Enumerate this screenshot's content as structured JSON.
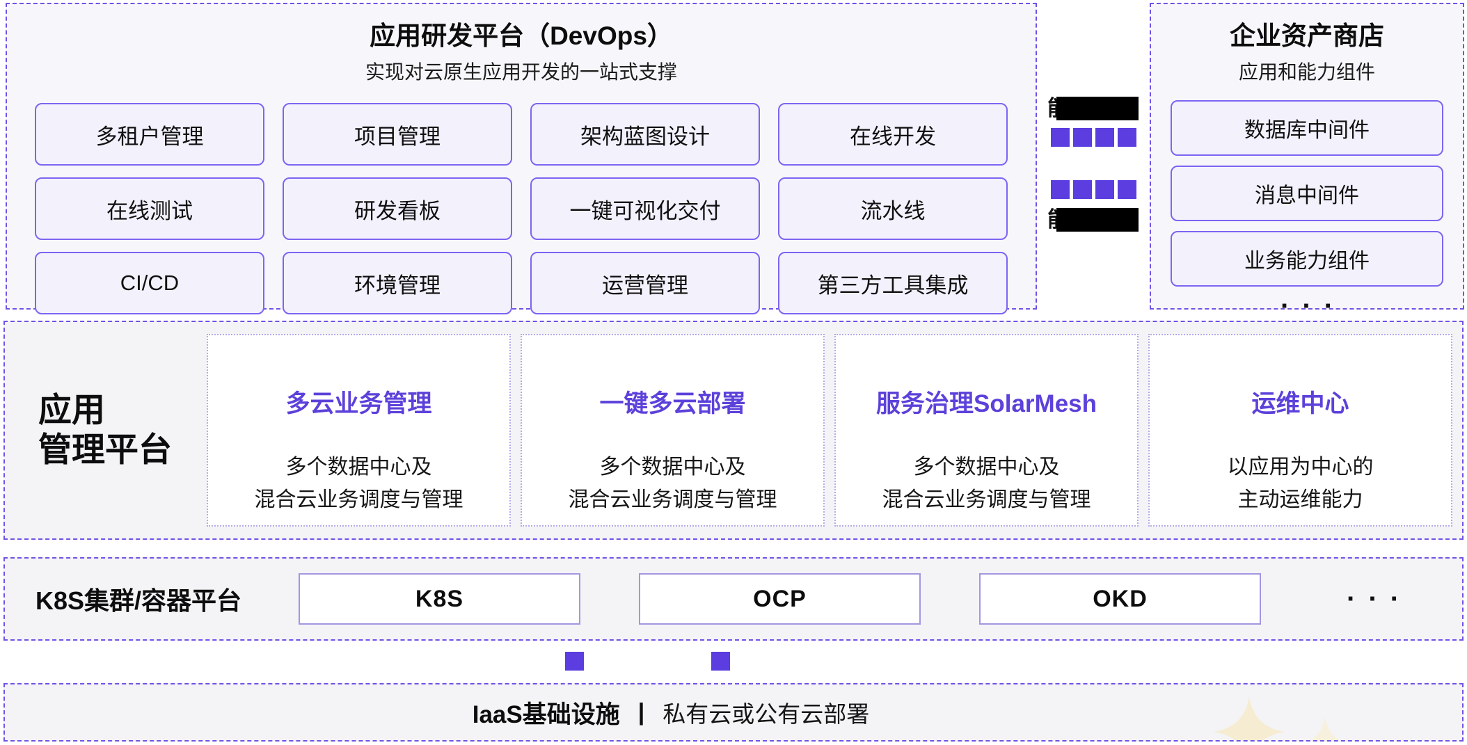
{
  "colors": {
    "accent_purple": "#5b3de0",
    "dashed_border": "#7152e6",
    "pill_border": "#7d64f2",
    "pill_bg": "#f3f1fc",
    "panel_bg": "#f7f7fb",
    "band_bg": "#f4f4f7",
    "card_border": "#b3abe8",
    "card_title_purple": "#5c41da",
    "k8s_box_border": "#a496e0",
    "redaction_black": "#000000",
    "sparkle_cream": "#f5ecd2"
  },
  "devops_platform": {
    "title": "应用研发平台（DevOps）",
    "subtitle": "实现对云原生应用开发的一站式支撑",
    "features": [
      "多租户管理",
      "项目管理",
      "架构蓝图设计",
      "在线开发",
      "在线测试",
      "研发看板",
      "一键可视化交付",
      "流水线",
      "CI/CD",
      "环境管理",
      "运营管理",
      "第三方工具集成"
    ]
  },
  "capability_bridge": {
    "top_label": "能",
    "bottom_label": "能"
  },
  "asset_store": {
    "title": "企业资产商店",
    "subtitle": "应用和能力组件",
    "items": [
      "数据库中间件",
      "消息中间件",
      "业务能力组件"
    ],
    "more": "···"
  },
  "app_management": {
    "label": "应用\n管理平台",
    "cards": [
      {
        "title": "多云业务管理",
        "body": "多个数据中心及\n混合云业务调度与管理"
      },
      {
        "title": "一键多云部署",
        "body": "多个数据中心及\n混合云业务调度与管理"
      },
      {
        "title": "服务治理SolarMesh",
        "body": "多个数据中心及\n混合云业务调度与管理"
      },
      {
        "title": "运维中心",
        "body": "以应用为中心的\n主动运维能力"
      }
    ]
  },
  "container_platform": {
    "label": "K8S集群/容器平台",
    "items": [
      "K8S",
      "OCP",
      "OKD"
    ],
    "more": "···"
  },
  "iaas": {
    "title": "IaaS基础设施",
    "separator": "|",
    "subtitle": "私有云或公有云部署"
  }
}
